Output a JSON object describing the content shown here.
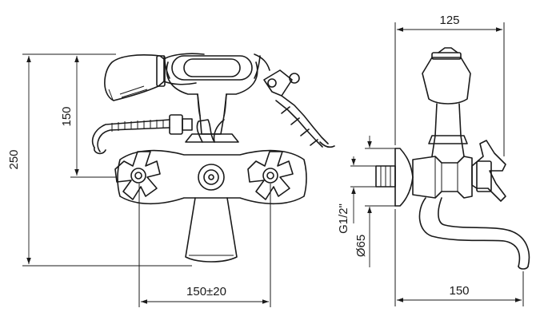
{
  "dimensions": {
    "front_height_total": "250",
    "front_height_upper": "150",
    "front_width": "150±20",
    "side_width_top": "125",
    "side_width_bottom": "150",
    "side_thread": "G1/2\"",
    "side_diameter": "Ø65"
  }
}
